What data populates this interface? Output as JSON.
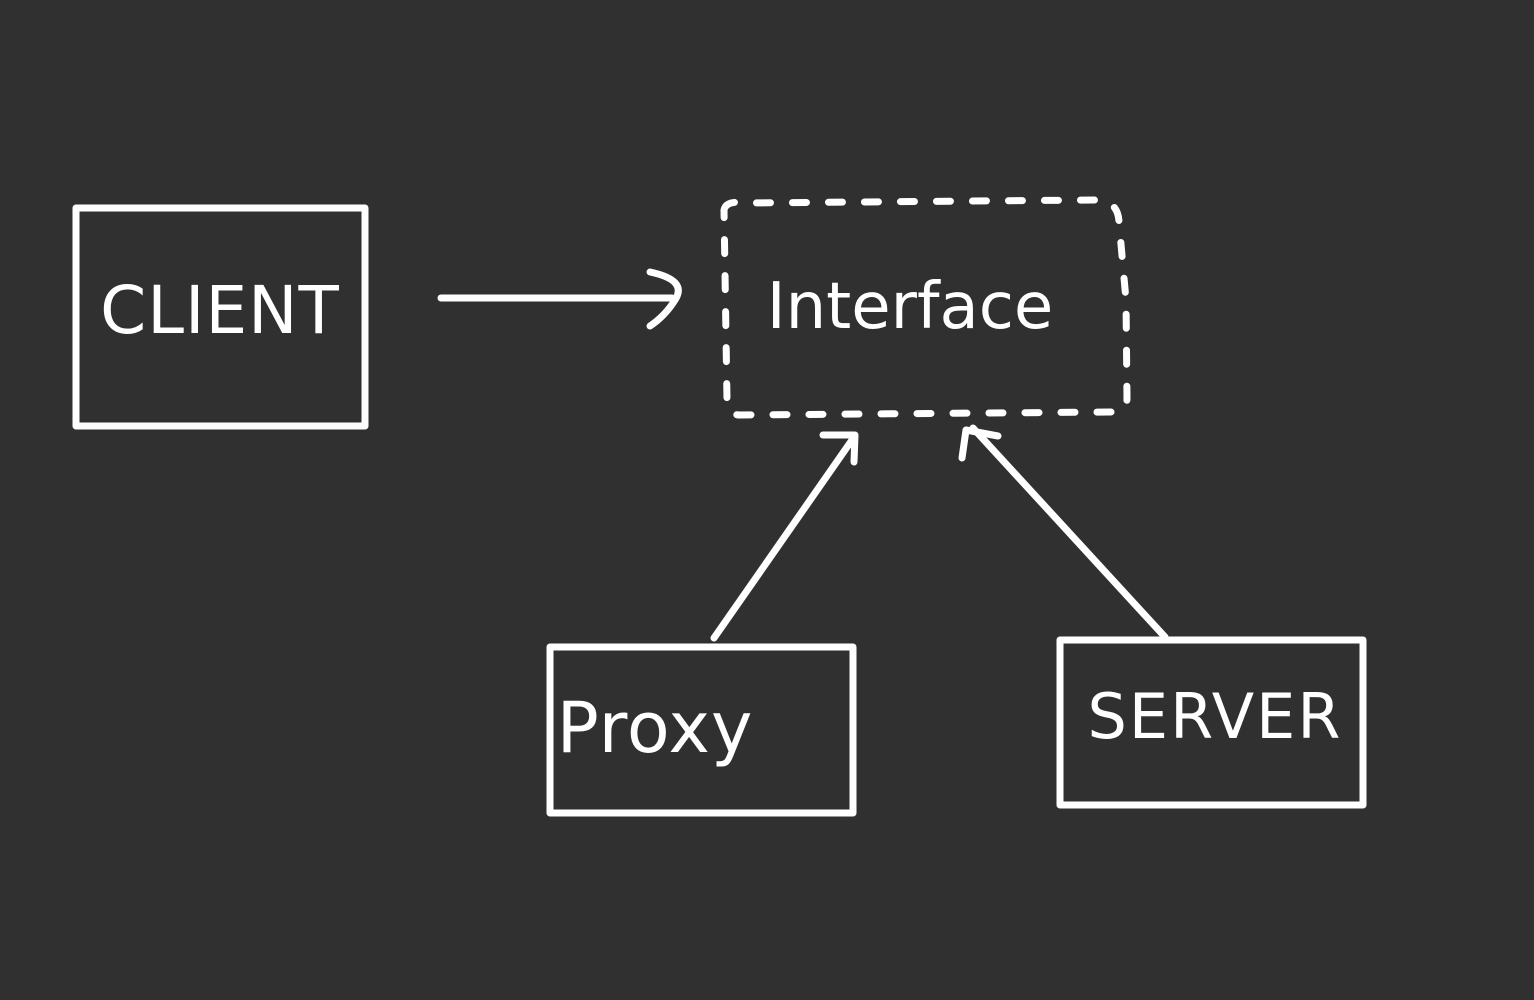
{
  "diagram": {
    "background_color": "#303030",
    "stroke_color": "#ffffff",
    "nodes": {
      "client": {
        "label": "CLIENT",
        "style": "solid"
      },
      "interface": {
        "label": "Interface",
        "style": "dashed"
      },
      "proxy": {
        "label": "Proxy",
        "style": "solid"
      },
      "server": {
        "label": "SERVER",
        "style": "solid"
      }
    },
    "edges": [
      {
        "from": "client",
        "to": "interface",
        "arrowhead": "open"
      },
      {
        "from": "proxy",
        "to": "interface",
        "arrowhead": "open"
      },
      {
        "from": "server",
        "to": "interface",
        "arrowhead": "open"
      }
    ]
  }
}
